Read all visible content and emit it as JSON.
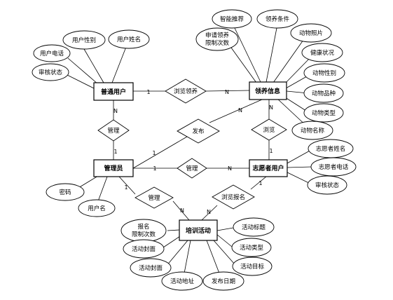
{
  "entities": {
    "user": "普通用户",
    "adopt_info": "领养信息",
    "admin": "管理员",
    "volunteer": "志愿者用户",
    "training": "培训活动"
  },
  "attributes": {
    "user_gender": "用户性别",
    "user_name": "用户姓名",
    "user_phone": "用户电话",
    "user_review": "审核状态",
    "smart_rec": "智能推荐",
    "adopt_cond": "领养条件",
    "adopt_limit_1": "申请领养",
    "adopt_limit_2": "限制次数",
    "animal_photo": "动物照片",
    "health": "健康状况",
    "animal_gender": "动物性别",
    "animal_breed": "动物品种",
    "animal_type": "动物类型",
    "animal_name": "动物名称",
    "vol_name": "志愿者姓名",
    "vol_phone": "志愿者电话",
    "vol_review": "审核状态",
    "password": "密码",
    "username": "用户名",
    "signup_limit_1": "报名",
    "signup_limit_2": "限制次数",
    "act_cover_1": "活动封面",
    "act_cover_2": "活动封面",
    "act_addr": "活动地址",
    "publish_date": "发布日期",
    "act_title": "活动标题",
    "act_type": "活动类型",
    "act_goal": "活动目标"
  },
  "relationships": {
    "browse_adopt": "浏览领养",
    "manage_1": "管理",
    "manage_2": "管理",
    "manage_3": "管理",
    "browse": "浏览",
    "publish": "发布",
    "browse_signup": "浏览报名"
  },
  "cardinalities": {
    "user_browse": "1",
    "browse_info": "N",
    "user_manage": "N",
    "manage_admin": "1",
    "admin_pub": "1",
    "pub_info": "N",
    "info_browse": "N",
    "browse_vol": "1",
    "admin_manage2": "1",
    "manage2_vol": "N",
    "admin_manage3": "1",
    "manage3_train": "N",
    "vol_signup": "1",
    "signup_train": "N"
  }
}
